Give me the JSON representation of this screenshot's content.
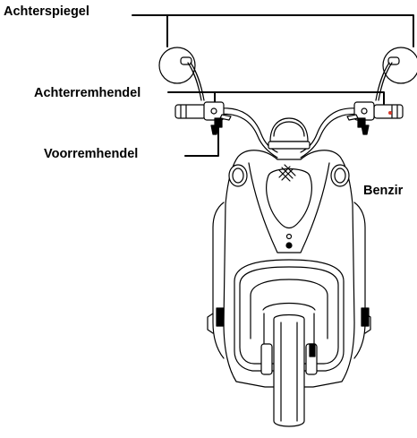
{
  "labels": {
    "achterspiegel": "Achterspiegel",
    "achterremhendel": "Achterremhendel",
    "voorremhendel": "Voorremhendel",
    "benzine": "Benzir"
  },
  "colors": {
    "line": "#000000",
    "accent_dot": "#d93a2b",
    "background": "#ffffff"
  }
}
